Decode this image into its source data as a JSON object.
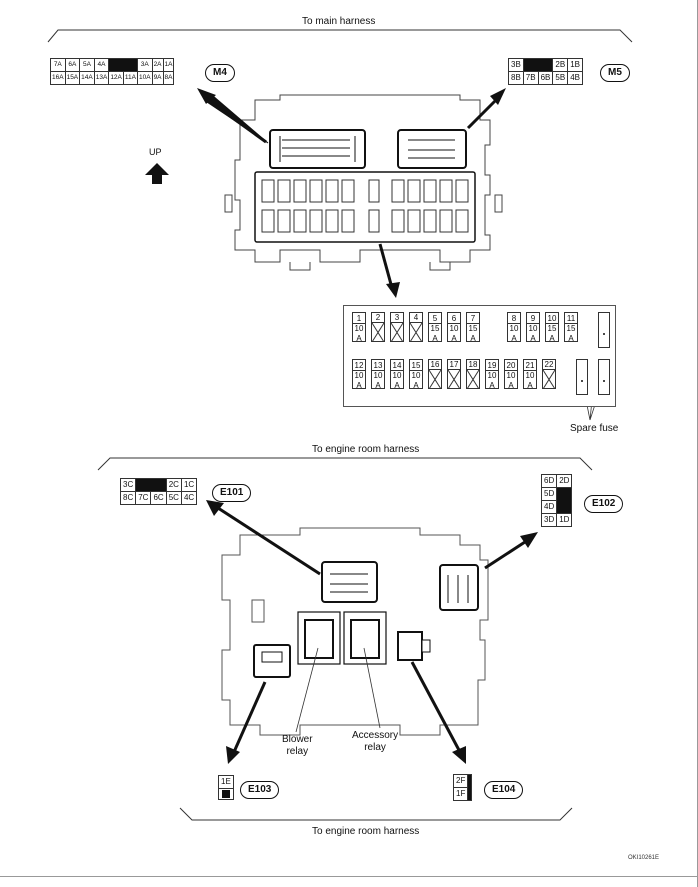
{
  "top_section": {
    "harness_label": "To main harness",
    "up_label": "UP",
    "connector_m4": {
      "badge": "M4",
      "row1": [
        "7A",
        "6A",
        "5A",
        "4A",
        "",
        "3A",
        "2A",
        "1A"
      ],
      "row2": [
        "16A",
        "15A",
        "14A",
        "13A",
        "12A",
        "11A",
        "10A",
        "9A",
        "8A"
      ]
    },
    "connector_m5": {
      "badge": "M5",
      "row1": [
        "3B",
        "",
        "2B",
        "1B"
      ],
      "row2": [
        "8B",
        "7B",
        "6B",
        "5B",
        "4B"
      ]
    }
  },
  "fuse_block": {
    "top_row": [
      {
        "num": "1",
        "amp": "10",
        "unit": "A"
      },
      {
        "num": "2",
        "amp": "",
        "unit": ""
      },
      {
        "num": "3",
        "amp": "",
        "unit": ""
      },
      {
        "num": "4",
        "amp": "",
        "unit": ""
      },
      {
        "num": "5",
        "amp": "15",
        "unit": "A"
      },
      {
        "num": "6",
        "amp": "10",
        "unit": "A"
      },
      {
        "num": "7",
        "amp": "15",
        "unit": "A"
      },
      {
        "num": "8",
        "amp": "10",
        "unit": "A"
      },
      {
        "num": "9",
        "amp": "10",
        "unit": "A"
      },
      {
        "num": "10",
        "amp": "15",
        "unit": "A"
      },
      {
        "num": "11",
        "amp": "15",
        "unit": "A"
      }
    ],
    "bottom_row": [
      {
        "num": "12",
        "amp": "10",
        "unit": "A"
      },
      {
        "num": "13",
        "amp": "10",
        "unit": "A"
      },
      {
        "num": "14",
        "amp": "10",
        "unit": "A"
      },
      {
        "num": "15",
        "amp": "10",
        "unit": "A"
      },
      {
        "num": "16",
        "amp": "",
        "unit": ""
      },
      {
        "num": "17",
        "amp": "",
        "unit": ""
      },
      {
        "num": "18",
        "amp": "",
        "unit": ""
      },
      {
        "num": "19",
        "amp": "10",
        "unit": "A"
      },
      {
        "num": "20",
        "amp": "10",
        "unit": "A"
      },
      {
        "num": "21",
        "amp": "10",
        "unit": "A"
      },
      {
        "num": "22",
        "amp": "",
        "unit": ""
      }
    ],
    "spare_label": "Spare fuse"
  },
  "bottom_section": {
    "harness_label_top": "To engine room harness",
    "harness_label_bottom": "To engine room harness",
    "connector_e101": {
      "badge": "E101",
      "row1": [
        "3C",
        "",
        "2C",
        "1C"
      ],
      "row2": [
        "8C",
        "7C",
        "6C",
        "5C",
        "4C"
      ]
    },
    "connector_e102": {
      "badge": "E102",
      "rows": [
        [
          "6D",
          "2D"
        ],
        [
          "5D",
          ""
        ],
        [
          "4D",
          ""
        ],
        [
          "3D",
          "1D"
        ]
      ]
    },
    "connector_e103": {
      "badge": "E103",
      "pin": "1E"
    },
    "connector_e104": {
      "badge": "E104",
      "pins": [
        "2F",
        "1F"
      ]
    },
    "blower_relay": {
      "line1": "Blower",
      "line2": "relay"
    },
    "accessory_relay": {
      "line1": "Accessory",
      "line2": "relay"
    }
  },
  "figure_code": "OKI10261E"
}
